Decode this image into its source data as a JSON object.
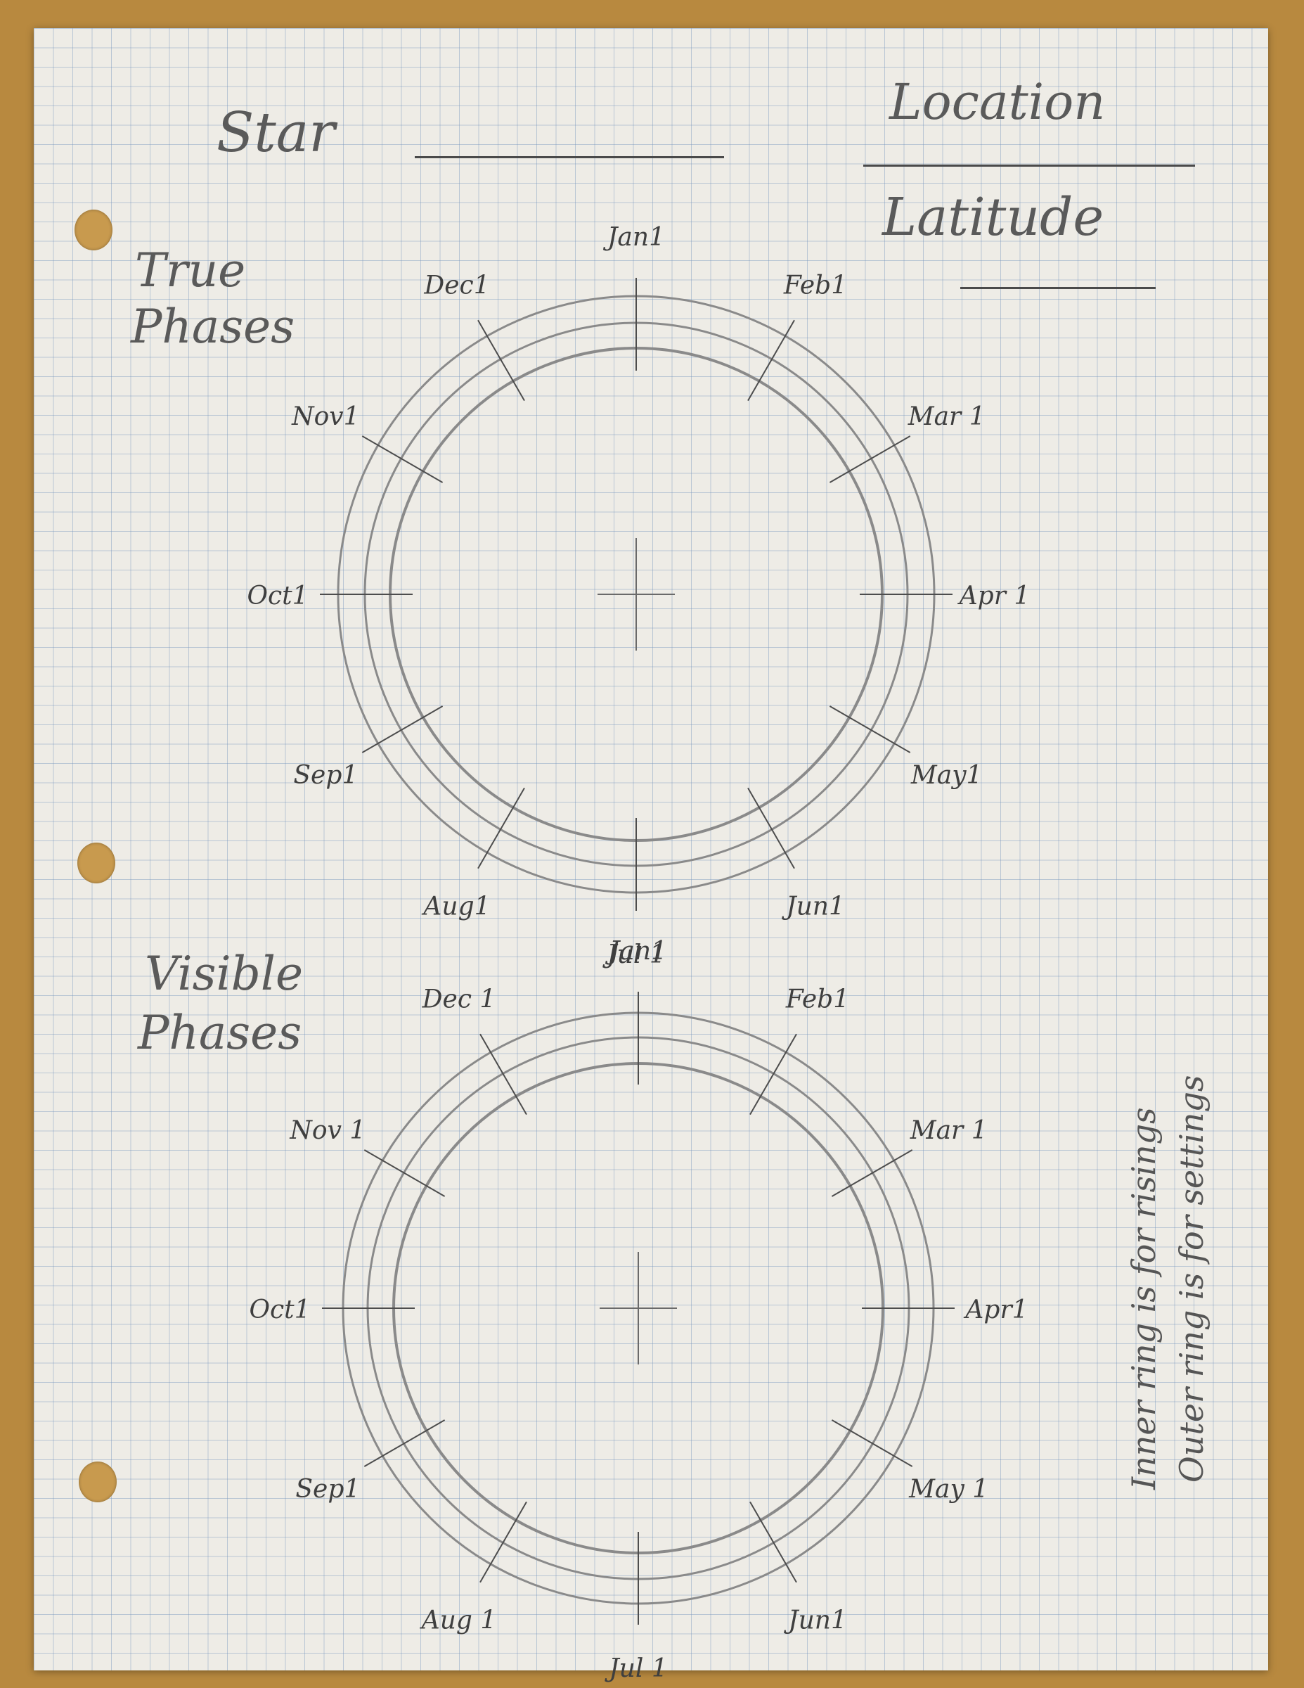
{
  "header": {
    "star_label": "Star",
    "location_label": "Location",
    "latitude_label": "Latitude"
  },
  "sections": [
    {
      "title_line1": "True",
      "title_line2": "Phases",
      "months": [
        "Jan1",
        "Feb1",
        "Mar 1",
        "Apr 1",
        "May1",
        "Jun1",
        "Jul 1",
        "Aug1",
        "Sep1",
        "Oct1",
        "Nov1",
        "Dec1"
      ]
    },
    {
      "title_line1": "Visible",
      "title_line2": "Phases",
      "months": [
        "Jan1",
        "Feb1",
        "Mar 1",
        "Apr1",
        "May 1",
        "Jun1",
        "Jul 1",
        "Aug 1",
        "Sep1",
        "Oct1",
        "Nov 1",
        "Dec 1"
      ]
    }
  ],
  "notes": {
    "inner": "Inner ring is for risings",
    "outer": "Outer ring is for settings"
  }
}
